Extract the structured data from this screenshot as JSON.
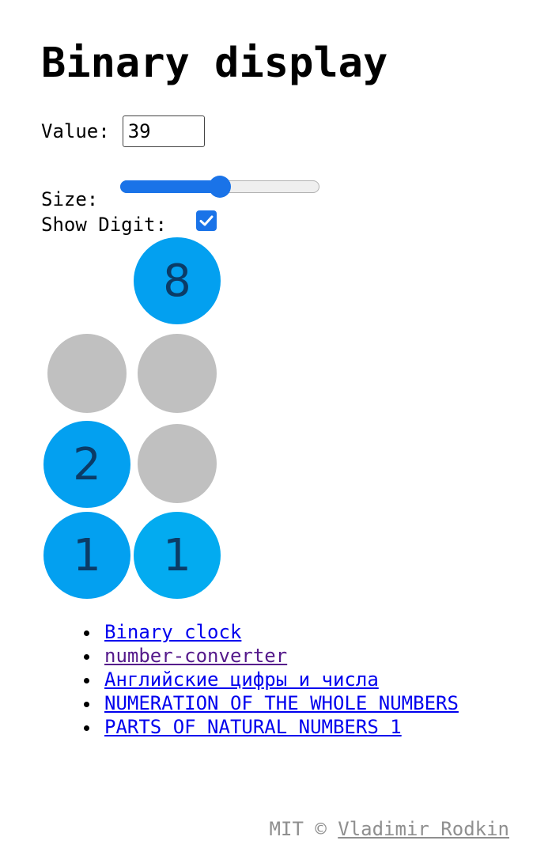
{
  "page": {
    "title": "Binary display"
  },
  "controls": {
    "value_label": "Value:",
    "value": "39",
    "size_label": "Size:",
    "size_level": 0.5,
    "show_digit_label": "Show Digit:",
    "show_digit_checked": true
  },
  "bits": [
    {
      "weight": "8",
      "on": true
    },
    {
      "weight": "",
      "on": false
    },
    {
      "weight": "",
      "on": false
    },
    {
      "weight": "2",
      "on": true
    },
    {
      "weight": "",
      "on": false
    },
    {
      "weight": "1",
      "on": true
    },
    {
      "weight": "1",
      "on": true
    }
  ],
  "links": [
    {
      "label": "Binary clock",
      "visited": false
    },
    {
      "label": "number-converter",
      "visited": true
    },
    {
      "label": "Английские цифры и числа",
      "visited": false
    },
    {
      "label": "NUMERATION OF THE WHOLE NUMBERS",
      "visited": false
    },
    {
      "label": "PARTS OF NATURAL NUMBERS 1",
      "visited": false
    }
  ],
  "footer": {
    "license": "MIT ©",
    "author": "Vladimir Rodkin"
  },
  "colors": {
    "bit_on": "#03a0f0",
    "bit_on_light": "#03abf0",
    "bit_off": "#c0c0c0",
    "accent": "#1a73e8"
  }
}
